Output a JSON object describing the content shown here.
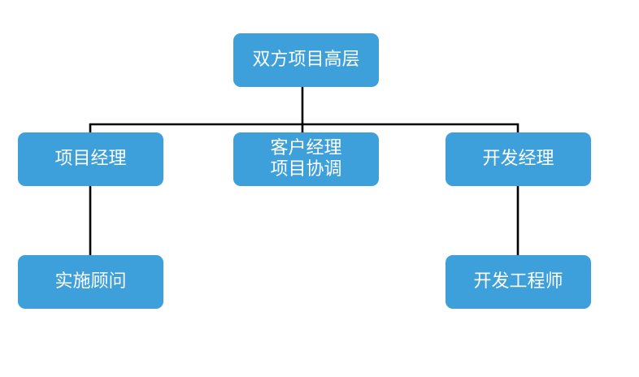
{
  "colors": {
    "node_fill": "#3ea0db",
    "node_text": "#ffffff",
    "connector": "#000000",
    "background": "#ffffff"
  },
  "diagram": {
    "type": "org-chart",
    "nodes": {
      "top": {
        "lines": [
          "双方项目高层"
        ]
      },
      "project_manager": {
        "lines": [
          "项目经理"
        ]
      },
      "client_manager": {
        "lines": [
          "客户经理",
          "项目协调"
        ]
      },
      "dev_manager": {
        "lines": [
          "开发经理"
        ]
      },
      "implementation_consultant": {
        "lines": [
          "实施顾问"
        ]
      },
      "dev_engineer": {
        "lines": [
          "开发工程师"
        ]
      }
    },
    "edges": [
      {
        "from": "top",
        "to": "project_manager"
      },
      {
        "from": "top",
        "to": "client_manager"
      },
      {
        "from": "top",
        "to": "dev_manager"
      },
      {
        "from": "project_manager",
        "to": "implementation_consultant"
      },
      {
        "from": "dev_manager",
        "to": "dev_engineer"
      }
    ]
  }
}
